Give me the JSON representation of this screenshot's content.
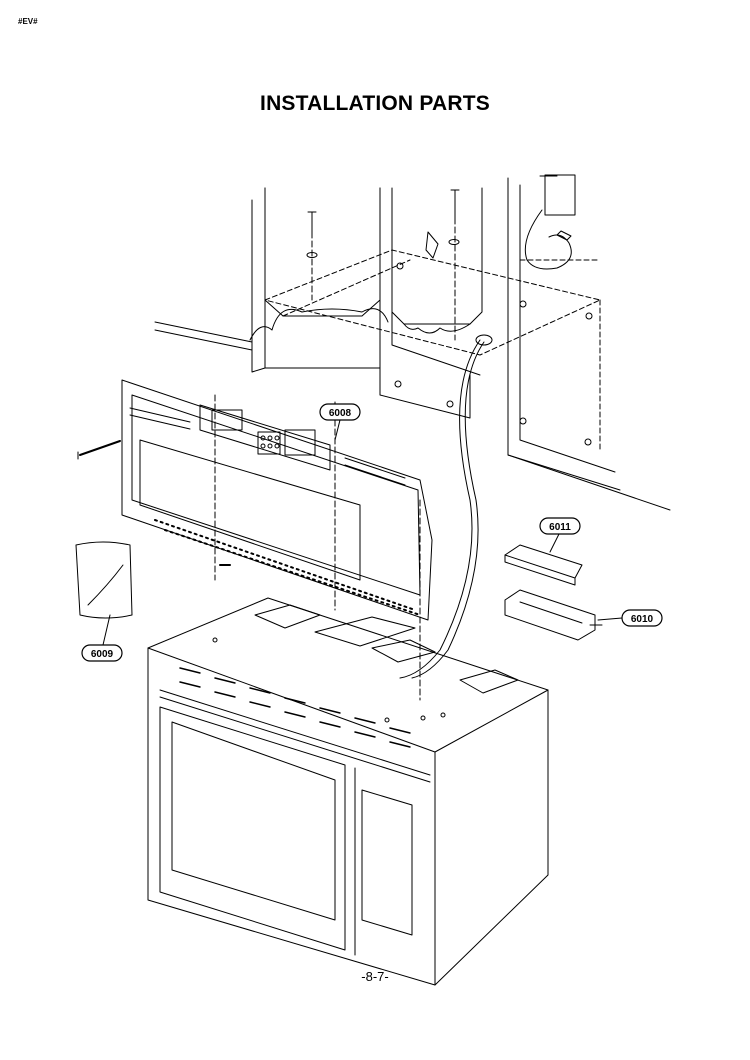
{
  "header": {
    "code": "#EV#"
  },
  "title": "INSTALLATION PARTS",
  "footer": {
    "page_number": "-8-7-"
  },
  "parts": [
    {
      "id": "6008"
    },
    {
      "id": "6009"
    },
    {
      "id": "6010"
    },
    {
      "id": "6011"
    }
  ]
}
